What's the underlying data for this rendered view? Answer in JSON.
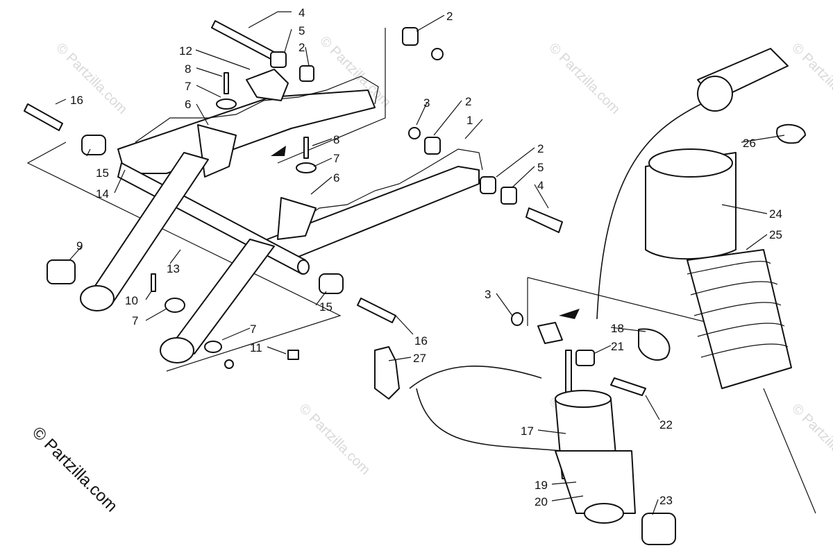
{
  "diagram": {
    "credit_text": "© Partzilla.com",
    "watermark_text": "© Partzilla.com",
    "callouts": [
      {
        "id": "c4a",
        "label": "4"
      },
      {
        "id": "c5a",
        "label": "5"
      },
      {
        "id": "c2a",
        "label": "2"
      },
      {
        "id": "c12",
        "label": "12"
      },
      {
        "id": "c8a",
        "label": "8"
      },
      {
        "id": "c7a",
        "label": "7"
      },
      {
        "id": "c6a",
        "label": "6"
      },
      {
        "id": "c16a",
        "label": "16"
      },
      {
        "id": "c15a",
        "label": "15"
      },
      {
        "id": "c14",
        "label": "14"
      },
      {
        "id": "c2b",
        "label": "2"
      },
      {
        "id": "c3a",
        "label": "3"
      },
      {
        "id": "c2c",
        "label": "2"
      },
      {
        "id": "c1",
        "label": "1"
      },
      {
        "id": "c8b",
        "label": "8"
      },
      {
        "id": "c7b",
        "label": "7"
      },
      {
        "id": "c6b",
        "label": "6"
      },
      {
        "id": "c2d",
        "label": "2"
      },
      {
        "id": "c5b",
        "label": "5"
      },
      {
        "id": "c4b",
        "label": "4"
      },
      {
        "id": "c9",
        "label": "9"
      },
      {
        "id": "c13",
        "label": "13"
      },
      {
        "id": "c10",
        "label": "10"
      },
      {
        "id": "c7c",
        "label": "7"
      },
      {
        "id": "c15b",
        "label": "15"
      },
      {
        "id": "c7d",
        "label": "7"
      },
      {
        "id": "c11",
        "label": "11"
      },
      {
        "id": "c16b",
        "label": "16"
      },
      {
        "id": "c27",
        "label": "27"
      },
      {
        "id": "c3b",
        "label": "3"
      },
      {
        "id": "c18",
        "label": "18"
      },
      {
        "id": "c21",
        "label": "21"
      },
      {
        "id": "c22",
        "label": "22"
      },
      {
        "id": "c17",
        "label": "17"
      },
      {
        "id": "c19",
        "label": "19"
      },
      {
        "id": "c20",
        "label": "20"
      },
      {
        "id": "c23",
        "label": "23"
      },
      {
        "id": "c26",
        "label": "26"
      },
      {
        "id": "c24",
        "label": "24"
      },
      {
        "id": "c25",
        "label": "25"
      }
    ]
  }
}
